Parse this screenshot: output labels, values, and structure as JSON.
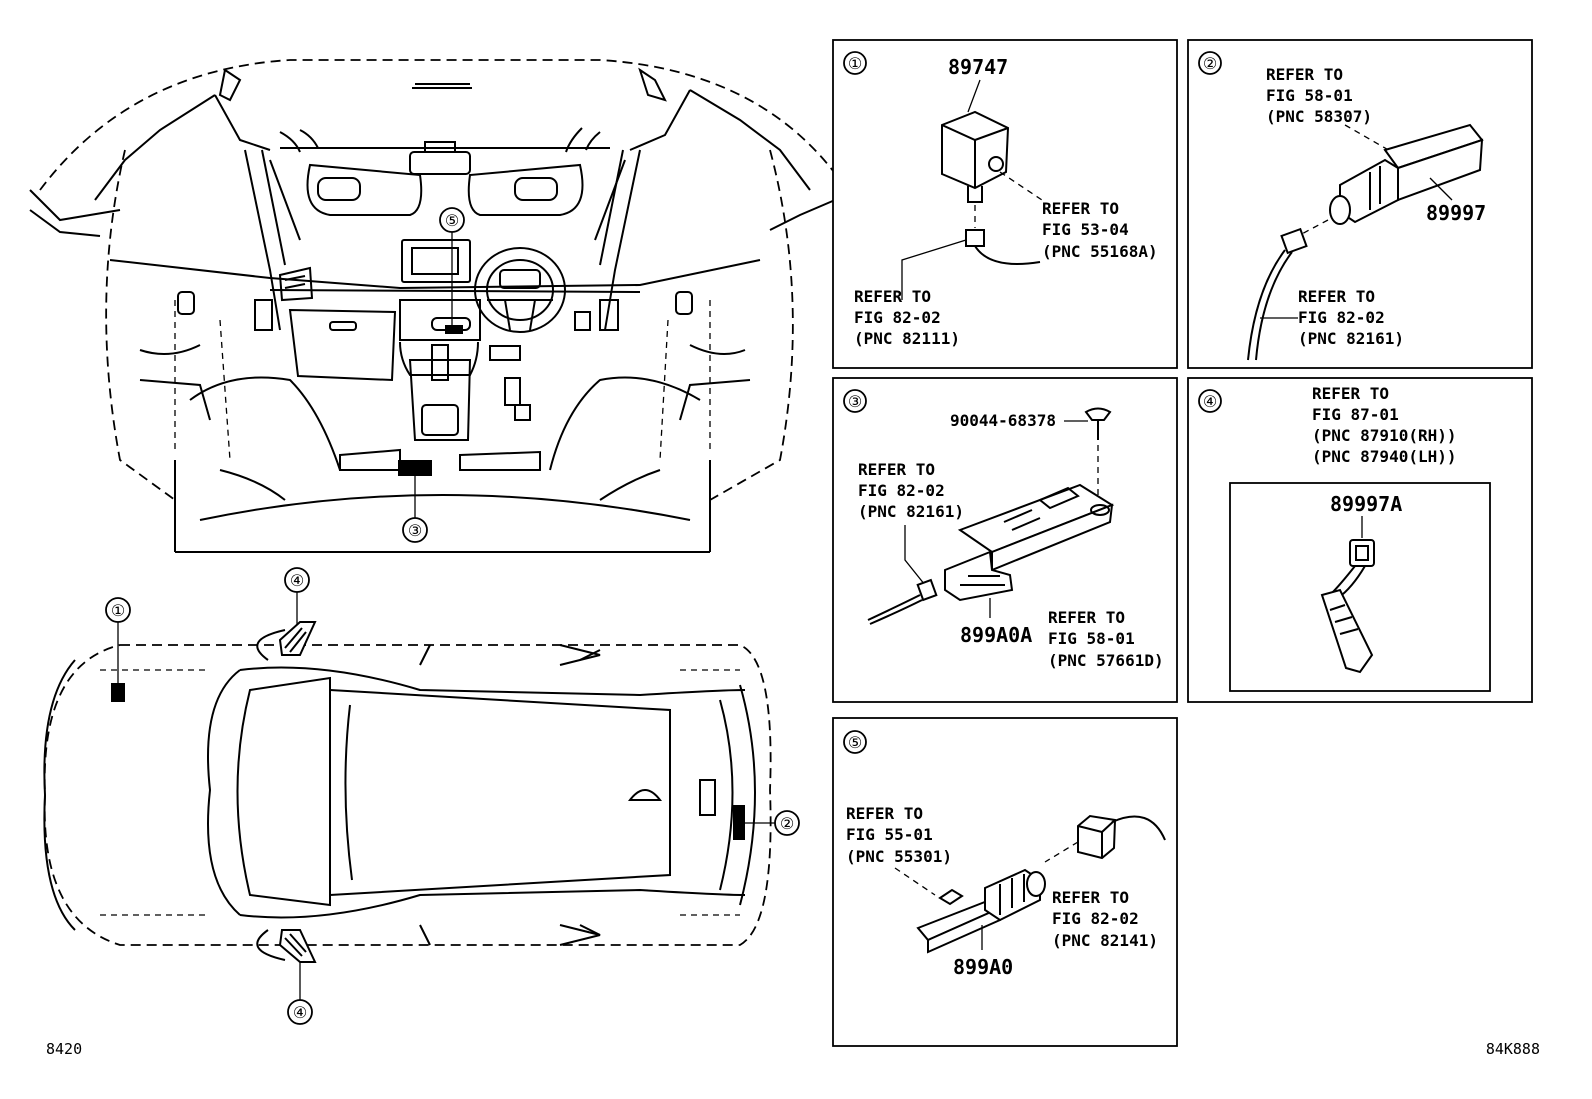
{
  "callouts": [
    "①",
    "②",
    "③",
    "④",
    "⑤"
  ],
  "panels": {
    "p1": {
      "part": "89747",
      "ref_a": [
        "REFER TO",
        "FIG 53-04",
        "(PNC 55168A)"
      ],
      "ref_b": [
        "REFER TO",
        "FIG 82-02",
        "(PNC 82111)"
      ]
    },
    "p2": {
      "part": "89997",
      "ref_a": [
        "REFER TO",
        "FIG 58-01",
        "(PNC 58307)"
      ],
      "ref_b": [
        "REFER TO",
        "FIG 82-02",
        "(PNC 82161)"
      ]
    },
    "p3": {
      "bolt": "90044-68378",
      "part": "899A0A",
      "ref_a": [
        "REFER TO",
        "FIG 82-02",
        "(PNC 82161)"
      ],
      "ref_b": [
        "REFER TO",
        "FIG 58-01",
        "(PNC 57661D)"
      ]
    },
    "p4": {
      "part": "89997A",
      "ref_a": [
        "REFER TO",
        "FIG 87-01",
        "(PNC 87910(RH))",
        "(PNC 87940(LH))"
      ]
    },
    "p5": {
      "part": "899A0",
      "ref_a": [
        "REFER TO",
        "FIG 55-01",
        "(PNC 55301)"
      ],
      "ref_b": [
        "REFER TO",
        "FIG 82-02",
        "(PNC 82141)"
      ]
    }
  },
  "footer": {
    "left": "8420",
    "right": "84K888"
  }
}
